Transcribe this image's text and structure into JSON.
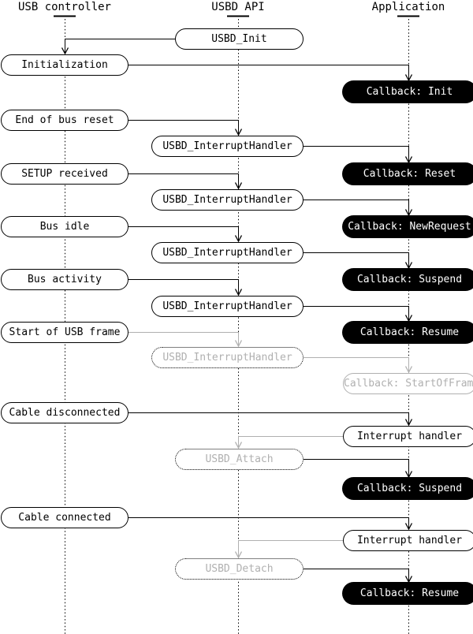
{
  "diagram": {
    "lanes": [
      {
        "id": "usb-controller",
        "label": "USB controller"
      },
      {
        "id": "usbd-api",
        "label": "USBD API"
      },
      {
        "id": "application",
        "label": "Application"
      }
    ],
    "nodes": [
      {
        "label": "USBD_Init",
        "lane": "usbd-api",
        "style": "solid"
      },
      {
        "label": "Initialization",
        "lane": "usb-controller",
        "style": "solid"
      },
      {
        "label": "Callback: Init",
        "lane": "application",
        "style": "black"
      },
      {
        "label": "End of bus reset",
        "lane": "usb-controller",
        "style": "solid"
      },
      {
        "label": "USBD_InterruptHandler",
        "lane": "usbd-api",
        "style": "solid"
      },
      {
        "label": "Callback: Reset",
        "lane": "application",
        "style": "black"
      },
      {
        "label": "SETUP received",
        "lane": "usb-controller",
        "style": "solid"
      },
      {
        "label": "USBD_InterruptHandler",
        "lane": "usbd-api",
        "style": "solid"
      },
      {
        "label": "Callback: NewRequest",
        "lane": "application",
        "style": "black"
      },
      {
        "label": "Bus idle",
        "lane": "usb-controller",
        "style": "solid"
      },
      {
        "label": "USBD_InterruptHandler",
        "lane": "usbd-api",
        "style": "solid"
      },
      {
        "label": "Callback: Suspend",
        "lane": "application",
        "style": "black"
      },
      {
        "label": "Bus activity",
        "lane": "usb-controller",
        "style": "solid"
      },
      {
        "label": "USBD_InterruptHandler",
        "lane": "usbd-api",
        "style": "solid"
      },
      {
        "label": "Callback: Resume",
        "lane": "application",
        "style": "black"
      },
      {
        "label": "Start of USB frame",
        "lane": "usb-controller",
        "style": "solid"
      },
      {
        "label": "USBD_InterruptHandler",
        "lane": "usbd-api",
        "style": "ghost"
      },
      {
        "label": "Callback: StartOfFrame",
        "lane": "application",
        "style": "gray"
      },
      {
        "label": "Cable disconnected",
        "lane": "usb-controller",
        "style": "solid"
      },
      {
        "label": "Interrupt handler",
        "lane": "application",
        "style": "solid"
      },
      {
        "label": "USBD_Attach",
        "lane": "usbd-api",
        "style": "ghost"
      },
      {
        "label": "Callback: Suspend",
        "lane": "application",
        "style": "black"
      },
      {
        "label": "Cable connected",
        "lane": "usb-controller",
        "style": "solid"
      },
      {
        "label": "Interrupt handler",
        "lane": "application",
        "style": "solid"
      },
      {
        "label": "USBD_Detach",
        "lane": "usbd-api",
        "style": "ghost"
      },
      {
        "label": "Callback: Resume",
        "lane": "application",
        "style": "black"
      }
    ],
    "colors": {
      "line_black": "#000000",
      "line_gray": "#b0b0b0",
      "callback_bg": "#000000",
      "callback_text": "#ffffff",
      "page_bg": "#ffffff"
    }
  }
}
